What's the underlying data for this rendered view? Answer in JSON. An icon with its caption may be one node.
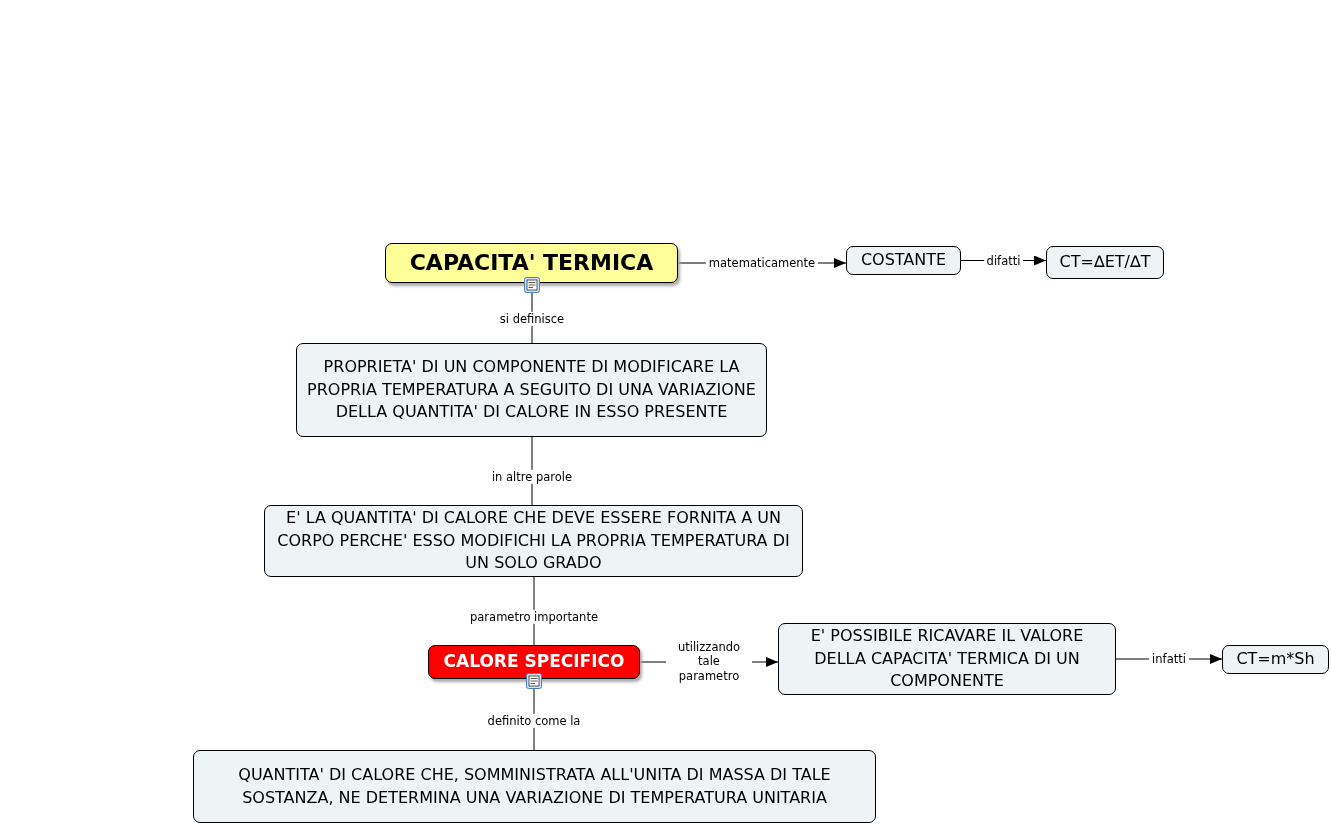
{
  "diagram": {
    "nodes": [
      {
        "text": [
          "CAPACITA' TERMICA"
        ]
      },
      {
        "text": [
          "COSTANTE"
        ]
      },
      {
        "text": [
          "CT=∆ET/∆T"
        ]
      },
      {
        "text": [
          "PROPRIETA' DI UN COMPONENTE DI MODIFICARE LA PROPRIA TEMPERATURA A SEGUITO DI UNA VARIAZIONE DELLA QUANTITA' DI CALORE IN ESSO PRESENTE"
        ]
      },
      {
        "text": [
          "E' LA QUANTITA' DI CALORE CHE DEVE ESSERE FORNITA A UN CORPO PERCHE' ESSO MODIFICHI LA PROPRIA TEMPERATURA DI UN SOLO GRADO"
        ]
      },
      {
        "text": [
          "CALORE SPECIFICO"
        ]
      },
      {
        "text": [
          "E' POSSIBILE RICAVARE IL VALORE DELLA CAPACITA' TERMICA DI UN COMPONENTE"
        ]
      },
      {
        "text": [
          "CT=m*Sh"
        ]
      },
      {
        "text": [
          "QUANTITA' DI CALORE CHE, SOMMINISTRATA ALL'UNITA DI MASSA DI TALE SOSTANZA, NE DETERMINA UNA VARIAZIONE DI TEMPERATURA UNITARIA"
        ]
      }
    ],
    "edges": [
      {
        "from": 0,
        "to": 1,
        "arrow": "to",
        "label": "matematicamente"
      },
      {
        "from": 1,
        "to": 2,
        "arrow": "to",
        "label": "difatti"
      },
      {
        "from": 0,
        "to": 3,
        "arrow": "none",
        "label": "si definisce"
      },
      {
        "from": 3,
        "to": 4,
        "arrow": "none",
        "label": "in altre parole"
      },
      {
        "from": 4,
        "to": 5,
        "arrow": "none",
        "label": "parametro importante"
      },
      {
        "from": 5,
        "to": 6,
        "arrow": "to",
        "label": "utilizzando tale parametro"
      },
      {
        "from": 6,
        "to": 7,
        "arrow": "to",
        "label": "infatti"
      },
      {
        "from": 5,
        "to": 8,
        "arrow": "none",
        "label": "definito come la"
      }
    ]
  }
}
